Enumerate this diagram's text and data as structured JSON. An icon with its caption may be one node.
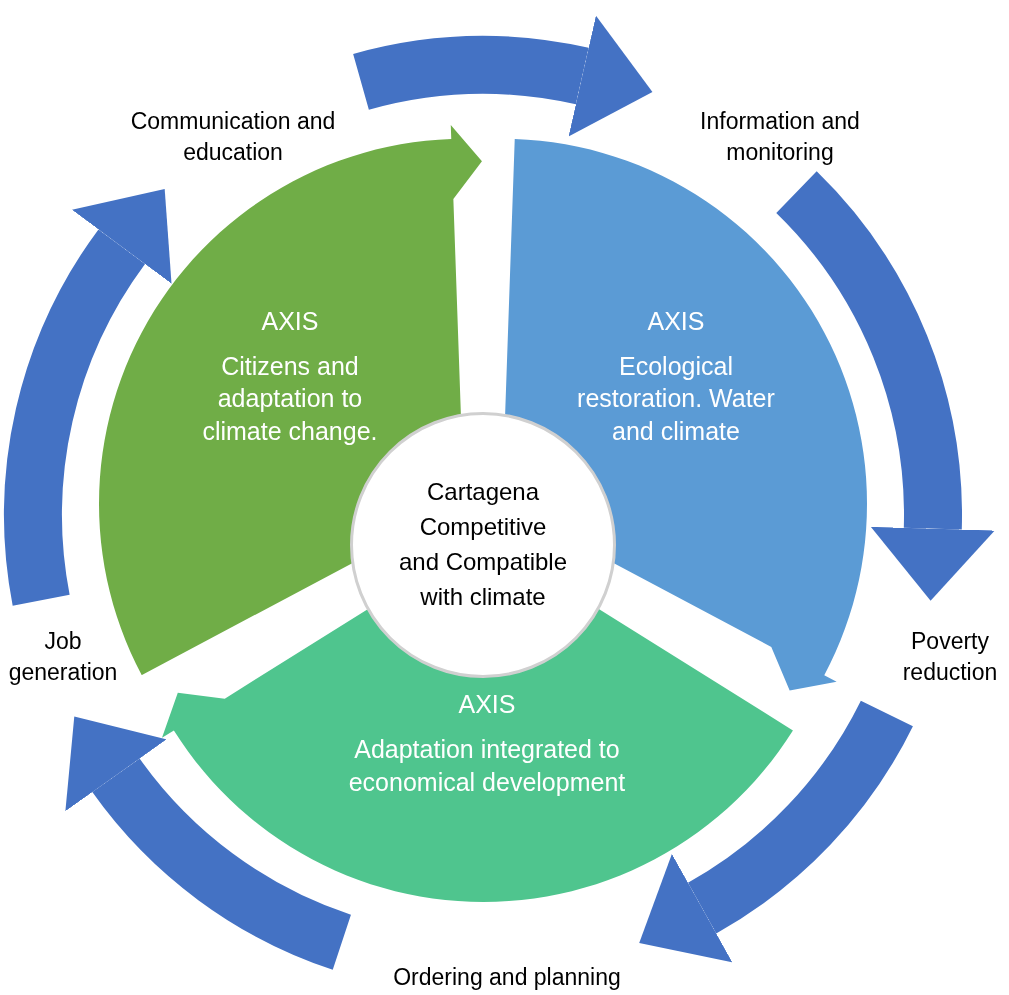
{
  "diagram": {
    "nodes": [
      {
        "text": [
          "AXIS",
          "Citizens and adaptation to climate change."
        ]
      },
      {
        "text": [
          "AXIS",
          "Ecological restoration. Water and climate"
        ]
      },
      {
        "text": [
          "AXIS",
          "Adaptation integrated to economical development"
        ]
      },
      {
        "text": [
          "Cartagena Competitive and Compatible with climate"
        ]
      },
      {
        "text": [
          "Communication and education"
        ]
      },
      {
        "text": [
          "Information and monitoring"
        ]
      },
      {
        "text": [
          "Poverty reduction"
        ]
      },
      {
        "text": [
          "Ordering and planning"
        ]
      },
      {
        "text": [
          "Job generation"
        ]
      }
    ],
    "edges": [
      {
        "from": 4,
        "to": 5,
        "arrow": "to"
      },
      {
        "from": 5,
        "to": 6,
        "arrow": "to"
      },
      {
        "from": 6,
        "to": 7,
        "arrow": "to"
      },
      {
        "from": 7,
        "to": 8,
        "arrow": "to"
      },
      {
        "from": 8,
        "to": 4,
        "arrow": "to"
      }
    ]
  }
}
